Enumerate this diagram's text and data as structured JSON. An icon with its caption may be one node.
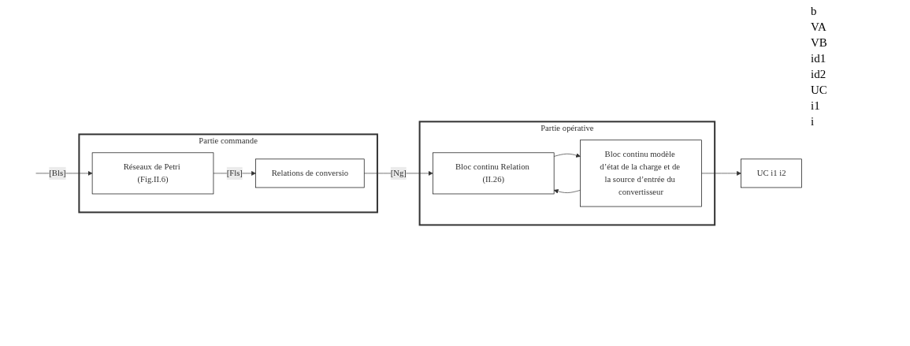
{
  "diagram": {
    "nodes": [
      {
        "text": [
          "Partie commande"
        ]
      },
      {
        "text": [
          "Réseaux de Petri (Fig.II.6)"
        ],
        "in": 0
      },
      {
        "text": [
          "Relations de conversio"
        ],
        "in": 0
      },
      {
        "text": [
          "Partie opérative"
        ]
      },
      {
        "text": [
          "Bloc continu Relation (II.26)"
        ],
        "in": 3
      },
      {
        "text": [
          "Bloc continu modèle d’état de la charge et de la source d’entrée du convertisseur"
        ],
        "in": 3
      },
      {
        "text": [
          "UC i1 i2"
        ]
      }
    ],
    "edges": [
      {
        "from": null,
        "to": 1,
        "arrow": "to",
        "label": "[Bls]"
      },
      {
        "from": 1,
        "to": 2,
        "arrow": "to",
        "label": "[Fls]"
      },
      {
        "from": 2,
        "to": 4,
        "arrow": "to",
        "label": "[Ng]"
      },
      {
        "from": 4,
        "to": 5,
        "arrow": "to"
      },
      {
        "from": 5,
        "to": 6,
        "arrow": "to"
      },
      {
        "from": 5,
        "to": 4,
        "arrow": "to"
      }
    ],
    "labels": [
      "b",
      "VA",
      "VB",
      "id1",
      "id2",
      "UC",
      "i1",
      "i"
    ]
  }
}
